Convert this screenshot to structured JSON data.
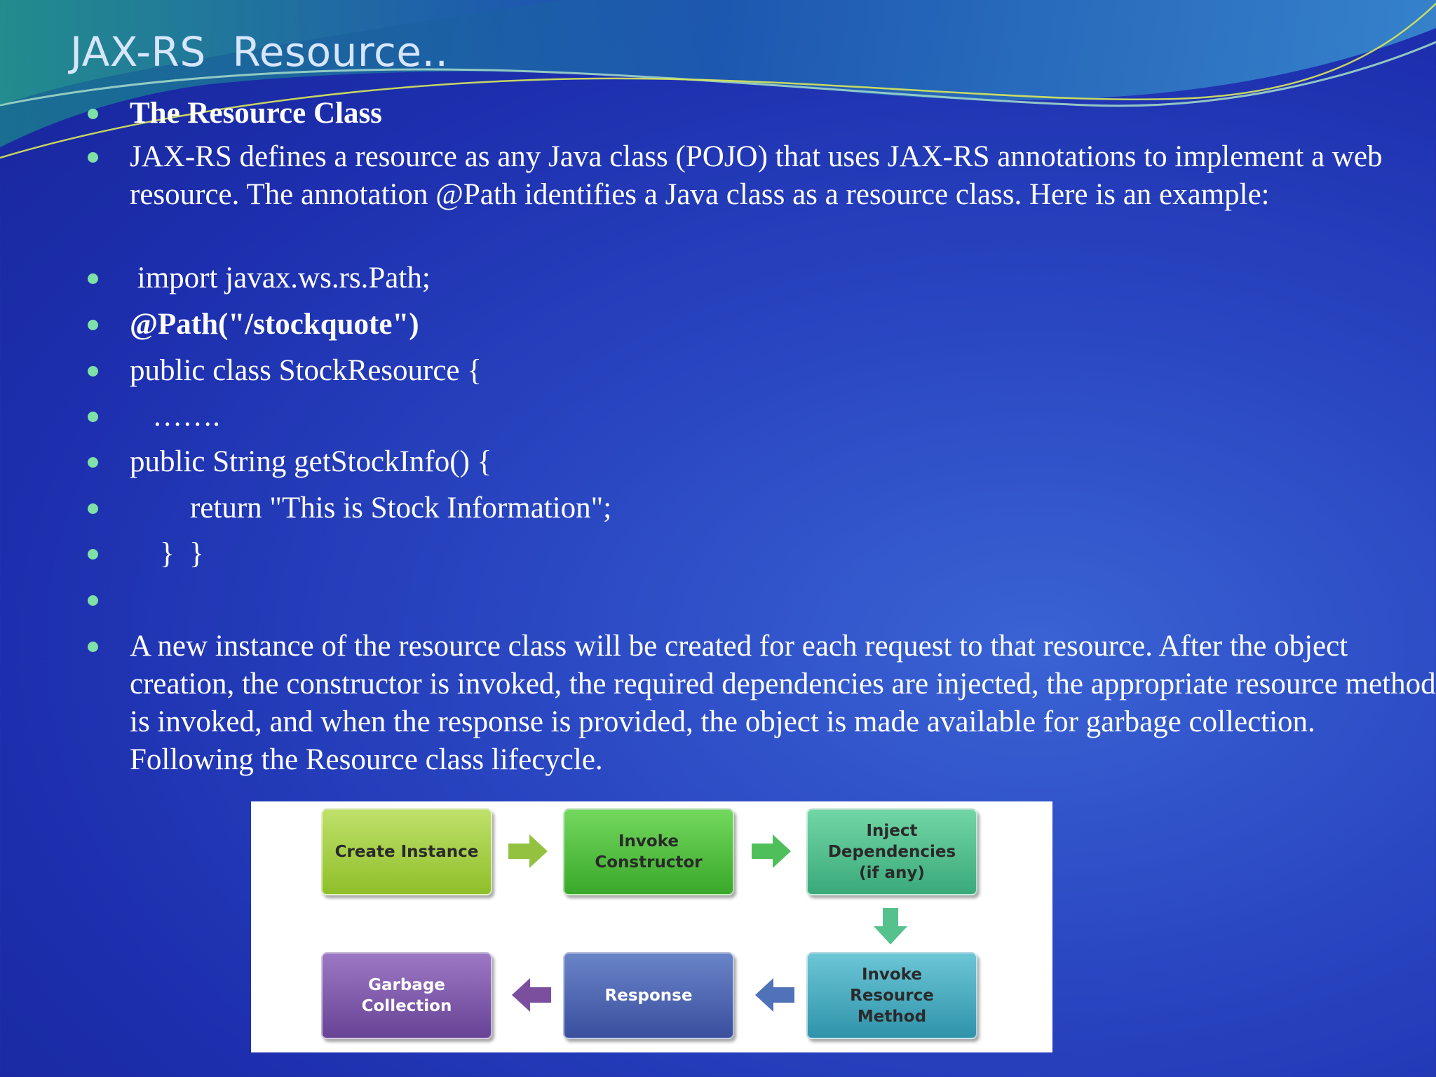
{
  "slide": {
    "title": "JAX-RS  Resource..",
    "bullets": [
      "The Resource Class",
      "JAX-RS defines a resource as any Java class (POJO) that uses JAX-RS annotations to implement a web resource. The annotation @Path identifies a Java class as a resource class. Here is an example:",
      " import javax.ws.rs.Path;",
      "@Path(\"/stockquote\")",
      "public class StockResource {",
      "   …….",
      "public String getStockInfo() {",
      "        return \"This is Stock Information\";",
      "    }  }",
      "",
      "A new instance of the resource class will be created for each request to that resource. After the object creation, the constructor is invoked, the required dependencies are injected, the appropriate resource method is invoked, and when the response is provided, the object is made available for garbage collection. Following the Resource class lifecycle."
    ]
  },
  "diagram": {
    "boxes": [
      "Create Instance",
      "Invoke\nConstructor",
      "Inject\nDependencies\n(if any)",
      "Invoke\nResource\nMethod",
      "Response",
      "Garbage\nCollection"
    ]
  },
  "colors": {
    "bullet": "#7fe0a8",
    "title": "#d7e6ff",
    "background": "#1f35b5",
    "box_create": "#a6cc3a",
    "box_constructor": "#4fbf3c",
    "box_inject": "#4dbf8e",
    "box_method": "#43a6bb",
    "box_response": "#4a62b0",
    "box_garbage": "#7d56a8"
  }
}
